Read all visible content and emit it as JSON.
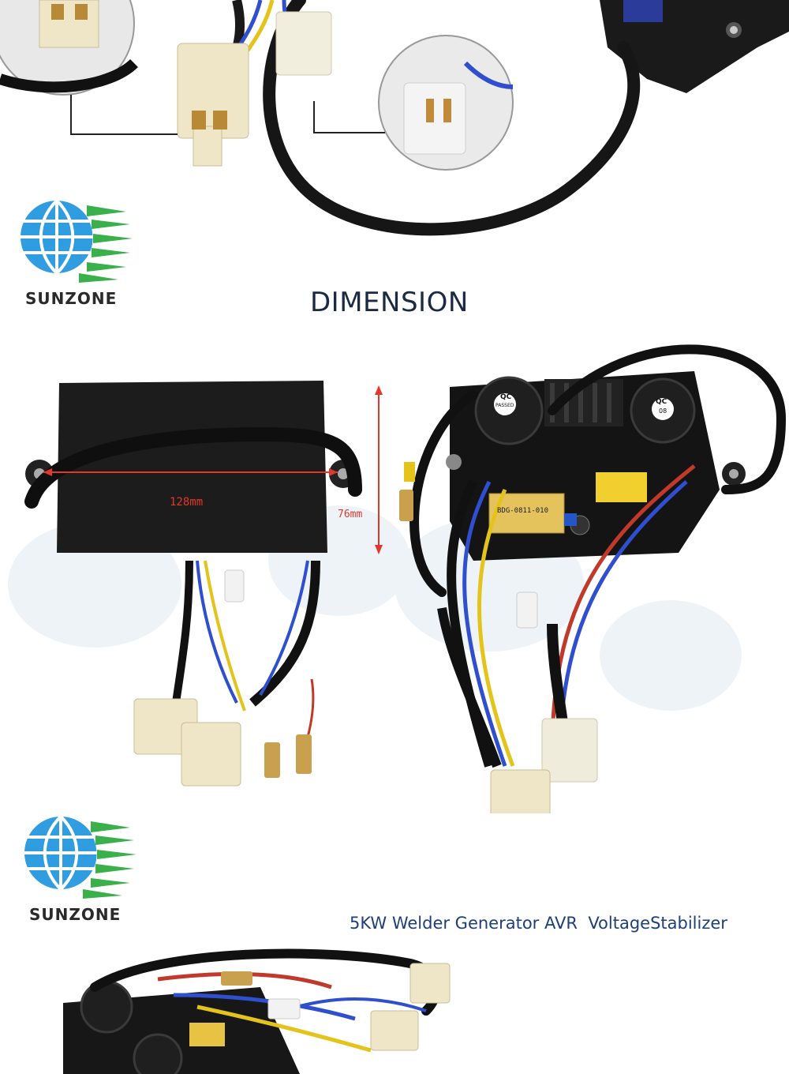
{
  "brand": {
    "name": "SUNZONE",
    "colors": {
      "globe": "#2f9de0",
      "rays": "#3ab04a",
      "text": "#2a2a2a"
    }
  },
  "dimension_section": {
    "title": "DIMENSION",
    "width_label": "128mm",
    "height_label": "76mm",
    "measure_color": "#e0392b"
  },
  "product": {
    "title": "5KW Welder Generator AVR  VoltageStabilizer",
    "title_color": "#1d3f7a"
  },
  "board": {
    "capacitor_label_1": "QC",
    "capacitor_label_2": "QC",
    "transformer_label": "BDG-0811-010",
    "capacitor_stamp_1": "PASSED",
    "capacitor_stamp_2": "08"
  }
}
